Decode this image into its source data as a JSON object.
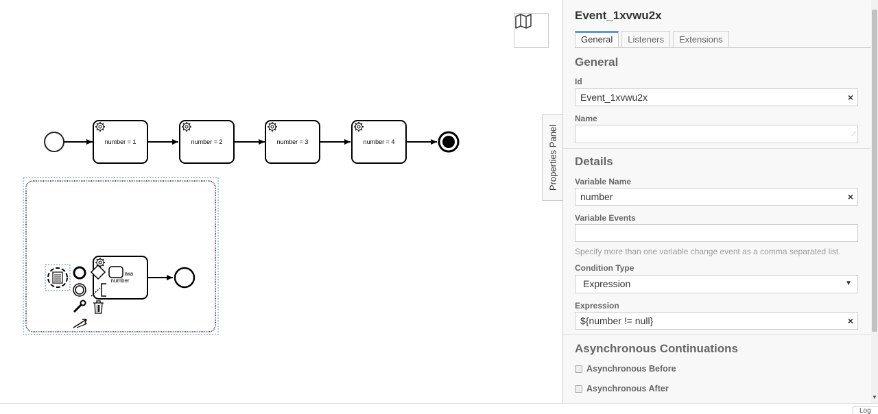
{
  "diagram": {
    "tasks": [
      {
        "label": "number = 1"
      },
      {
        "label": "number = 2"
      },
      {
        "label": "number = 3"
      },
      {
        "label": "number = 4"
      }
    ],
    "subprocess": {
      "task_label_line1": "вка",
      "task_label_line2": "number"
    },
    "context_pad": [
      "text-annotation-icon",
      "end-event-icon",
      "gateway-icon",
      "task-icon",
      "intermediate-event-icon",
      "connect-icon",
      "wrench-icon",
      "trash-icon",
      "lightning-icon"
    ]
  },
  "minimap": {
    "icon": "map-icon"
  },
  "properties_toggle": {
    "label": "Properties Panel"
  },
  "panel": {
    "element_title": "Event_1xvwu2x",
    "tabs": [
      "General",
      "Listeners",
      "Extensions"
    ],
    "general": {
      "title": "General",
      "id_label": "Id",
      "id_value": "Event_1xvwu2x",
      "name_label": "Name",
      "name_value": ""
    },
    "details": {
      "title": "Details",
      "variable_name_label": "Variable Name",
      "variable_name_value": "number",
      "variable_events_label": "Variable Events",
      "variable_events_value": "",
      "variable_events_hint": "Specify more than one variable change event as a comma separated list.",
      "condition_type_label": "Condition Type",
      "condition_type_value": "Expression",
      "expression_label": "Expression",
      "expression_value": "${number != null}"
    },
    "async": {
      "title": "Asynchronous Continuations",
      "before_label": "Asynchronous Before",
      "after_label": "Asynchronous After"
    },
    "clear_symbol": "×",
    "caret_symbol": "▼"
  },
  "footer": {
    "corner_text": "Log"
  }
}
